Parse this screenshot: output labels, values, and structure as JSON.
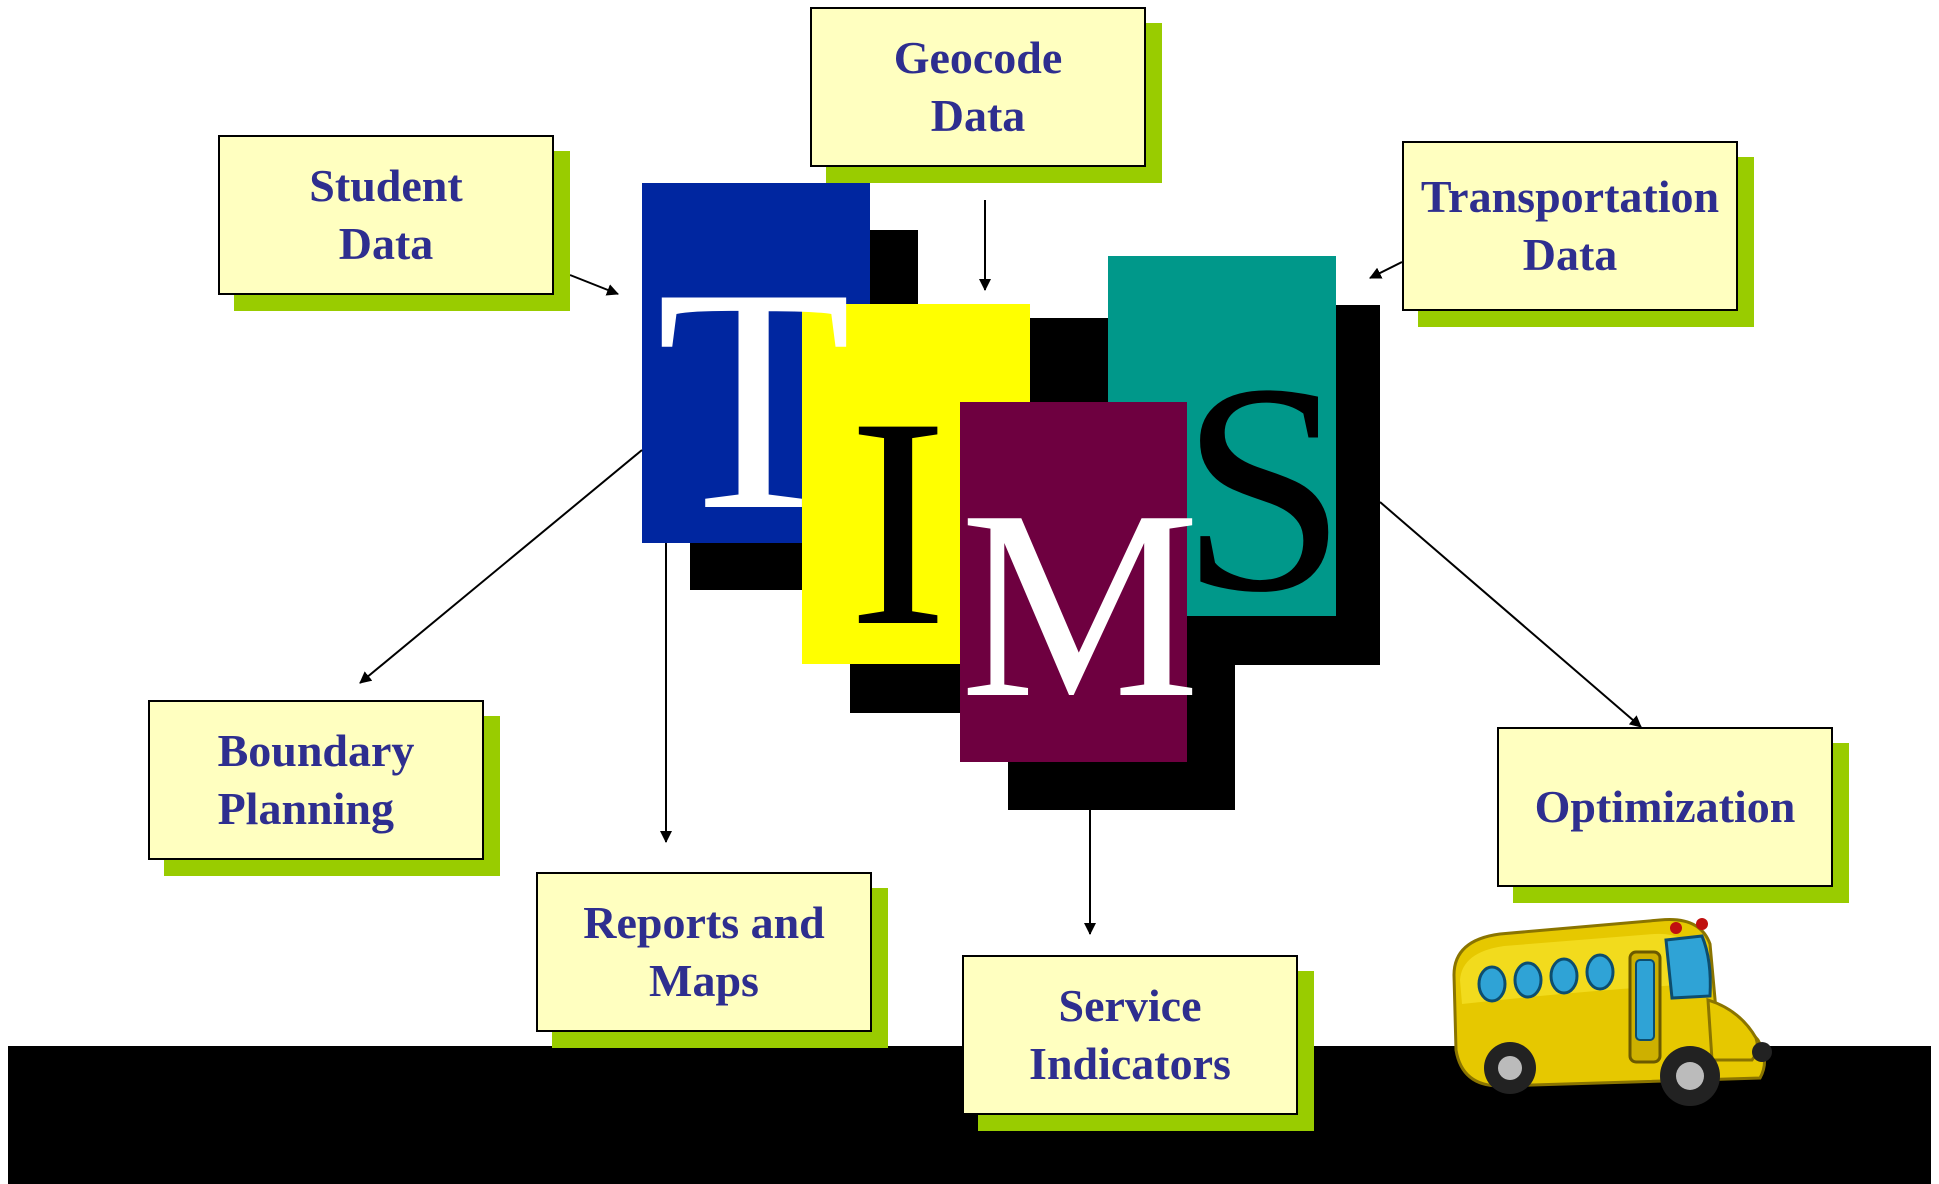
{
  "colors": {
    "box_fill": "#ffffc0",
    "box_text": "#2e2e8f",
    "box_shadow": "#99cc00",
    "t_tile": "#0026a0",
    "i_tile": "#ffff00",
    "m_tile": "#6e0040",
    "s_tile": "#00988a"
  },
  "tims": {
    "t": "T",
    "i": "I",
    "m": "M",
    "s": "S"
  },
  "inputs": {
    "student": "Student\nData",
    "geocode": "Geocode\nData",
    "transportation": "Transportation\nData"
  },
  "outputs": {
    "boundary": "Boundary\nPlanning",
    "reports": "Reports and\nMaps",
    "service": "Service\nIndicators",
    "optimization": "Optimization"
  },
  "decoration": {
    "bus": "school-bus-icon"
  }
}
